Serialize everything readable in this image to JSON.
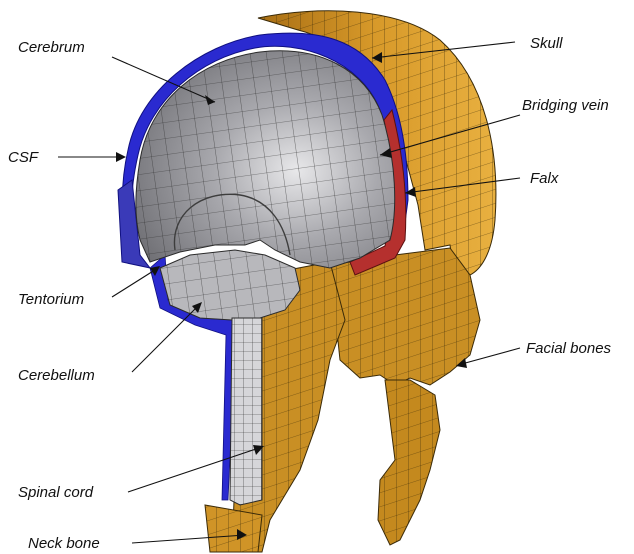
{
  "labels": {
    "cerebrum": "Cerebrum",
    "skull": "Skull",
    "bridging_vein": "Bridging vein",
    "csf": "CSF",
    "falx": "Falx",
    "tentorium": "Tentorium",
    "facial_bones": "Facial bones",
    "cerebellum": "Cerebellum",
    "spinal_cord": "Spinal cord",
    "neck_bone": "Neck bone"
  },
  "colors": {
    "brain": "#8e8e93",
    "brain_light": "#c4c4c8",
    "bone": "#c98f24",
    "bone_light": "#e3a93a",
    "csf": "#2a2ad0",
    "falx": "#b5302e",
    "mesh": "#2b2b2b"
  }
}
